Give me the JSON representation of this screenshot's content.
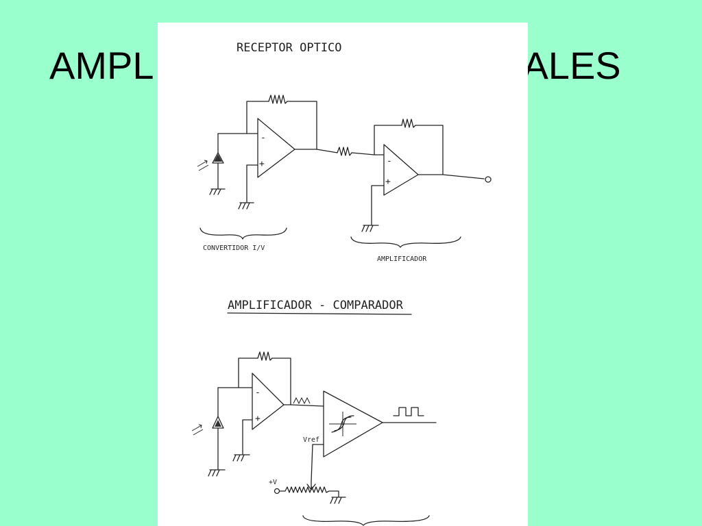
{
  "slide": {
    "title_start": "AMPL",
    "title_end": "ÑALES",
    "background_color": "#99ffcc",
    "paper_color": "#ffffff"
  },
  "sketch": {
    "section1_title": "RECEPTOR OPTICO",
    "label_converter": "CONVERTIDOR I/V",
    "label_amplifier": "AMPLIFICADOR",
    "section2_title": "AMPLIFICADOR - COMPARADOR",
    "label_vref": "Vref",
    "label_plus_v": "+V",
    "opamp_minus": "-",
    "opamp_plus": "+"
  }
}
